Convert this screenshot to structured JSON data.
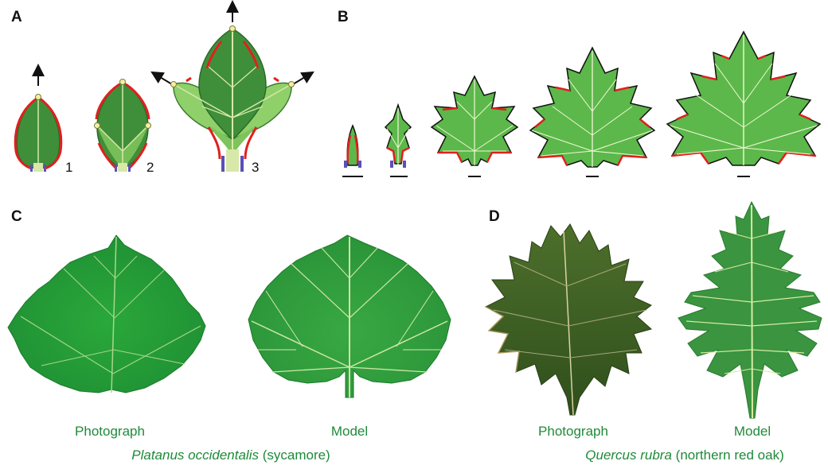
{
  "panels": {
    "a": {
      "letter": "A",
      "steps": [
        "1",
        "2",
        "3"
      ]
    },
    "b": {
      "letter": "B"
    },
    "c": {
      "letter": "C",
      "left_label": "Photograph",
      "right_label": "Model",
      "species_italic": "Platanus occidentalis",
      "common_name": " (sycamore)"
    },
    "d": {
      "letter": "D",
      "left_label": "Photograph",
      "right_label": "Model",
      "species_italic": "Quercus rubra",
      "common_name": " (northern red oak)"
    }
  },
  "colors": {
    "leaf_dark": "#3f8f3a",
    "leaf_mid": "#5cb84a",
    "leaf_light": "#8fd06a",
    "margin_red": "#e0201e",
    "petiole_blue": "#5a4fb8",
    "node_yellow": "#f4f0a0",
    "caption_green": "#1f8a3a",
    "oak_photo": "#3d5e25"
  }
}
